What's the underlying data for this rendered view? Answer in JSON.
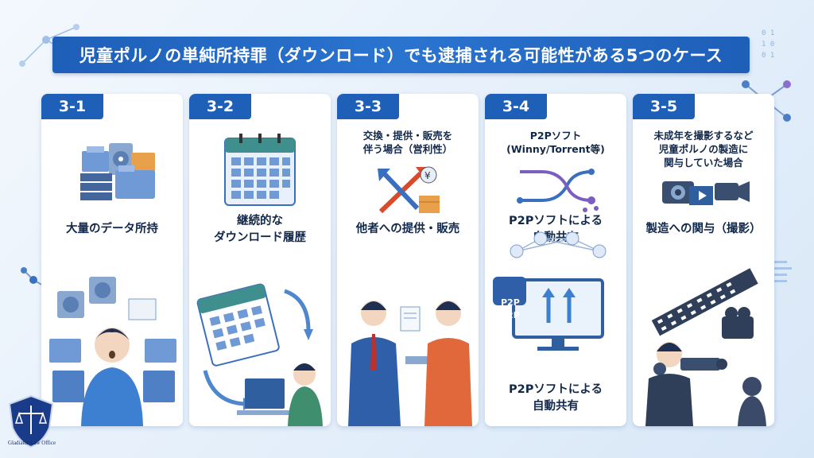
{
  "title": "児童ポルノの単純所持罪（ダウンロード）でも逮捕される可能性がある5つのケース",
  "cards": [
    {
      "number": "3-1",
      "top_text": "",
      "label": "大量のデータ所持",
      "icon": "data-storage-icon"
    },
    {
      "number": "3-2",
      "top_text": "",
      "label": "継続的な\nダウンロード履歴",
      "icon": "download-calendar-icon"
    },
    {
      "number": "3-3",
      "top_text": "交換・提供・販売を\n伴う場合（営利性）",
      "label": "他者への提供・販売",
      "icon": "exchange-arrows-icon"
    },
    {
      "number": "3-4",
      "top_text": "P2Pソフト\n(Winny/Torrent等)",
      "label": "P2Pソフトによる\n自動共有",
      "bottom_label": "P2Pソフトによる\n自動共有",
      "icon": "p2p-network-icon"
    },
    {
      "number": "3-5",
      "top_text": "未成年を撮影するなど\n児童ポルノの製造に\n関与していた場合",
      "label": "製造への関与（撮影）",
      "icon": "camera-icon"
    }
  ],
  "illus_text": {
    "p2p_1": "P2P",
    "p2p_2": "P2P"
  },
  "footer": {
    "logo_text": "Gladiator Law Office"
  },
  "colors": {
    "accent": "#1e5fb8",
    "card_bg": "#ffffff",
    "text": "#12284a",
    "bg": "#e8f1fb"
  }
}
